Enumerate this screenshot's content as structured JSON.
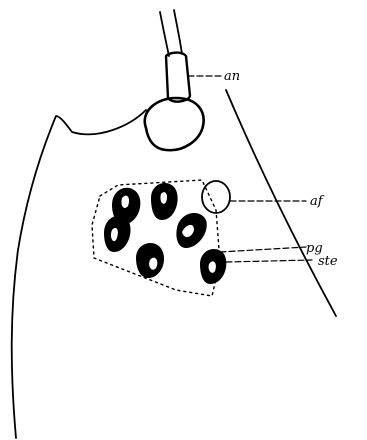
{
  "figure": {
    "labels": {
      "an": "an",
      "af": "af",
      "pg": "pg",
      "ste": "ste"
    }
  }
}
